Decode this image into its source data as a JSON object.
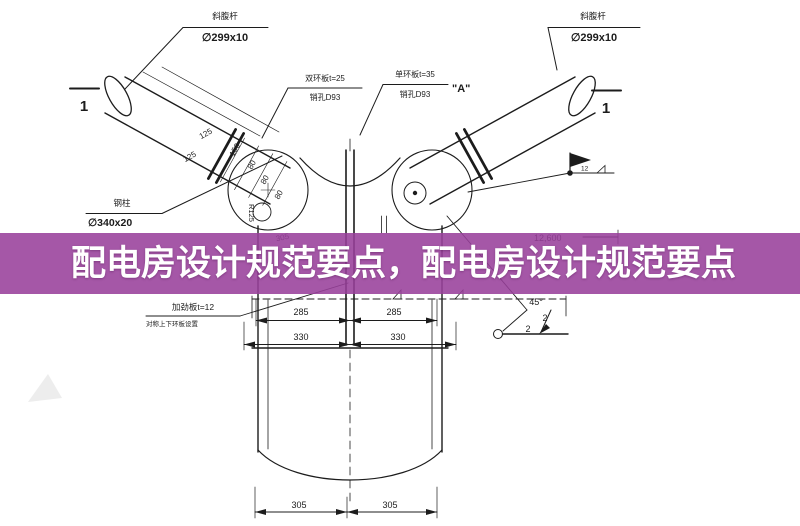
{
  "banner": {
    "text": "配电房设计规范要点，配电房设计规范要点"
  },
  "colors": {
    "banner_bg": "#98409b",
    "banner_alpha": "0.88",
    "ink": "#1c1c1c"
  },
  "section_marks": {
    "top_left": "1",
    "top_right": "1",
    "cut2_upper": "2",
    "cut2_lower": "2",
    "angle_note": "45°"
  },
  "labels": {
    "brace_left_title": "斜腹杆",
    "brace_left_spec": "∅299x10",
    "brace_right_title": "斜腹杆",
    "brace_right_spec": "∅299x10",
    "ring_left_1": "双环板t=25",
    "ring_left_2": "销孔D93",
    "ring_right_1": "单环板t=35",
    "ring_right_2": "销孔D93",
    "ring_right_tag": "\"A\"",
    "column_title": "钢柱",
    "column_spec": "∅340x20",
    "stiffener_1": "加劲板t=12",
    "stiffener_2": "对称上下环板设置",
    "weld_size": "12"
  },
  "dims": {
    "d125": "125",
    "d150": "150",
    "d80": "80",
    "r125": "R125",
    "d305_node": "305",
    "d12600": "12,600",
    "d285": "285",
    "d330": "330",
    "d305_bottom": "305"
  }
}
